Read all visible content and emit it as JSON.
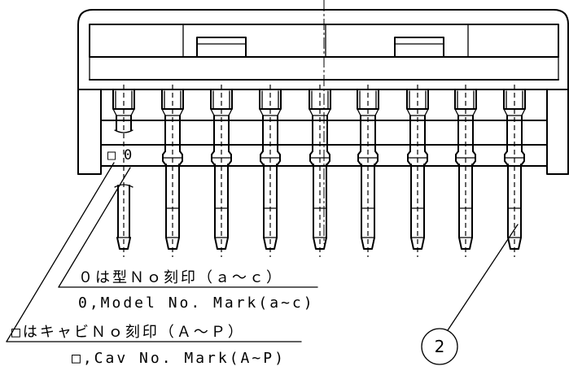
{
  "notes": {
    "model_jp": "０は型Ｎｏ刻印（ａ～ｃ）",
    "model_en": "0,Model No. Mark(a~c)",
    "cav_jp": "□はキャビＮｏ刻印（Ａ～Ｐ）",
    "cav_en": "□,Cav No. Mark(A~P)"
  },
  "marks": {
    "cav_symbol": "□",
    "model_symbol": "0"
  },
  "balloon": {
    "label": "2"
  }
}
